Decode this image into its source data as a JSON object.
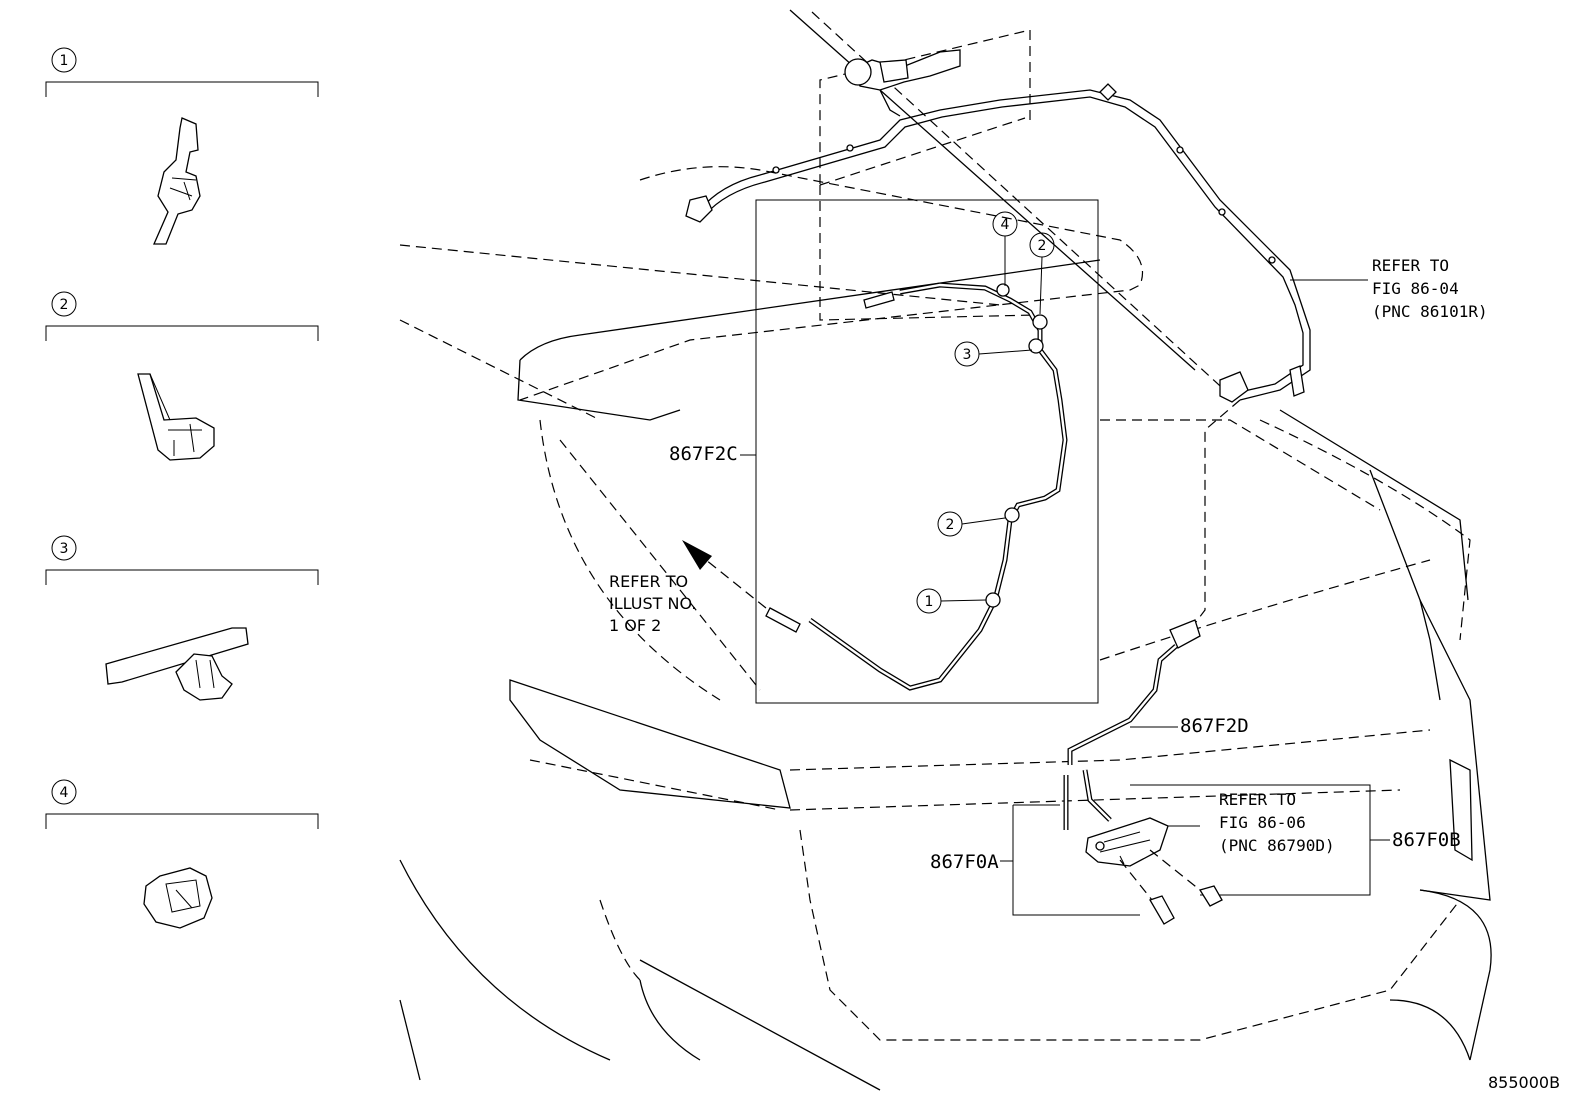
{
  "legend": [
    {
      "num": "1"
    },
    {
      "num": "2"
    },
    {
      "num": "3"
    },
    {
      "num": "4"
    }
  ],
  "callouts": {
    "c4": "4",
    "c2a": "2",
    "c3": "3",
    "c2b": "2",
    "c1": "1"
  },
  "part_numbers": {
    "p867F2C": "867F2C",
    "p867F2D": "867F2D",
    "p867F0A": "867F0A",
    "p867F0B": "867F0B"
  },
  "notes": {
    "ref_86_04": [
      "REFER TO",
      "FIG 86-04",
      "(PNC 86101R)"
    ],
    "ref_86_06": [
      "REFER TO",
      "FIG 86-06",
      "(PNC 86790D)"
    ],
    "ref_illust": [
      "REFER TO",
      "ILLUST NO.",
      "1 OF 2"
    ]
  },
  "figure_id": "855000B"
}
